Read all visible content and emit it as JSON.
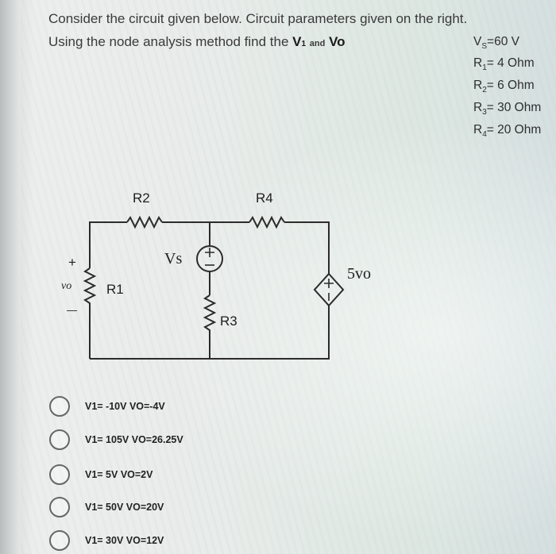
{
  "question": {
    "line1": "Consider the circuit given below. Circuit parameters given on the right.",
    "line2_prefix": "Using the node analysis method find the ",
    "v1": "V",
    "v1_sub": "1",
    "and": "and",
    "vo": "Vo"
  },
  "parameters": [
    {
      "symbol": "V",
      "sub": "S",
      "value": "=60 V"
    },
    {
      "symbol": "R",
      "sub": "1",
      "value": "= 4 Ohm"
    },
    {
      "symbol": "R",
      "sub": "2",
      "value": "= 6 Ohm"
    },
    {
      "symbol": "R",
      "sub": "3",
      "value": "= 30 Ohm"
    },
    {
      "symbol": "R",
      "sub": "4",
      "value": "= 20 Ohm"
    }
  ],
  "circuit": {
    "r2": "R2",
    "r4": "R4",
    "vs": "Vs",
    "r1": "R1",
    "r3": "R3",
    "dep_source": "5vo",
    "vo_label": "vo",
    "plus": "+",
    "minus": "—"
  },
  "options": [
    {
      "label": "V1= -10V VO=-4V"
    },
    {
      "label": "V1= 105V VO=26.25V"
    },
    {
      "label": "V1= 5V VO=2V"
    },
    {
      "label": "V1= 50V VO=20V"
    },
    {
      "label": "V1= 30V VO=12V"
    }
  ]
}
